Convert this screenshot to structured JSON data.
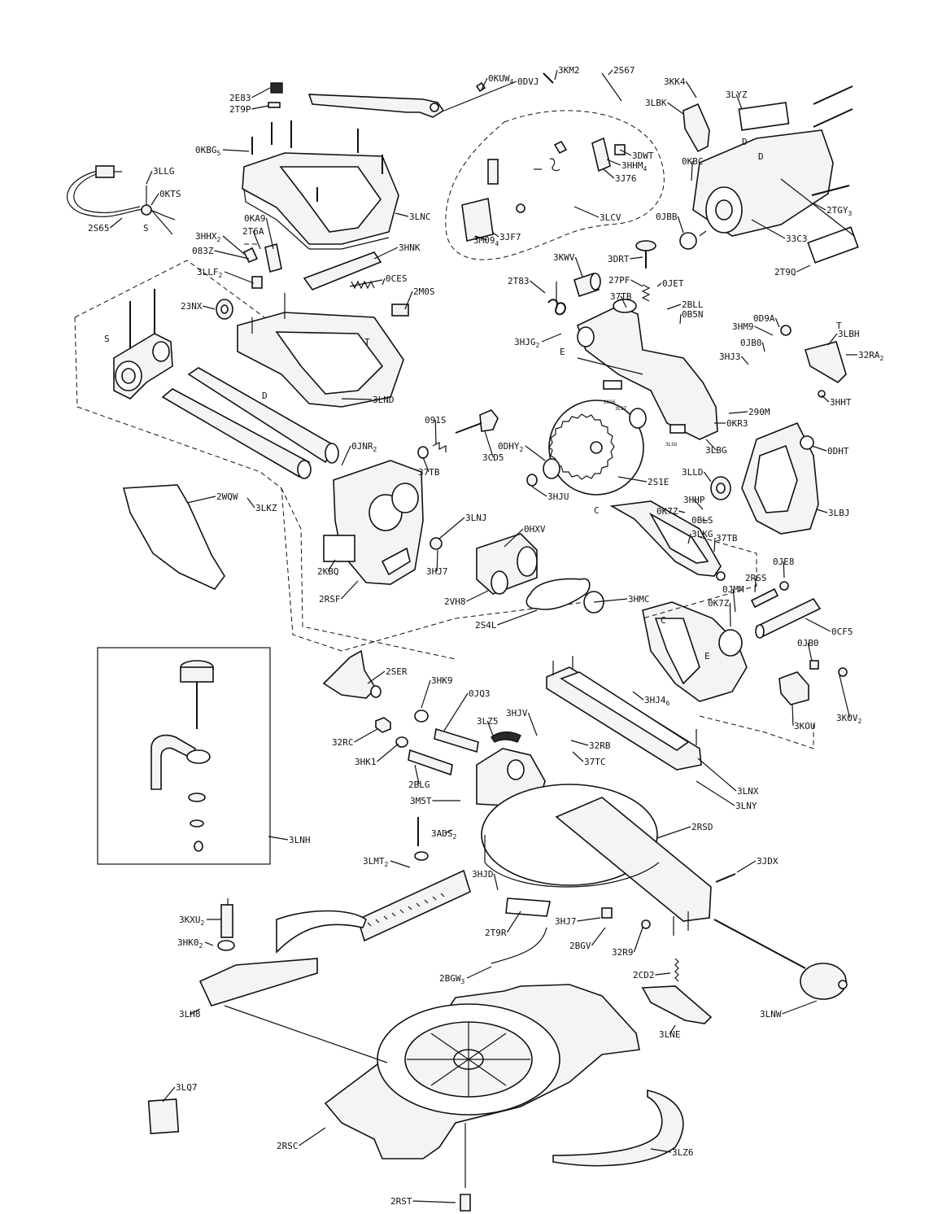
{
  "parts": [
    {
      "code": "0DVJ"
    },
    {
      "code": "2E83"
    },
    {
      "code": "2T9P"
    },
    {
      "code": "0KBG",
      "sub": "5"
    },
    {
      "code": "3LLG"
    },
    {
      "code": "0KTS"
    },
    {
      "code": "2S65"
    },
    {
      "code": "3LNC"
    },
    {
      "code": "0KA9"
    },
    {
      "code": "3HHX",
      "sub": "2"
    },
    {
      "code": "2T6A"
    },
    {
      "code": "083Z"
    },
    {
      "code": "3LLF",
      "sub": "2"
    },
    {
      "code": "3HNK"
    },
    {
      "code": "0CES"
    },
    {
      "code": "23NX"
    },
    {
      "code": "2M0S"
    },
    {
      "code": "3LND"
    },
    {
      "code": "0KUW",
      "sub": "4"
    },
    {
      "code": "3KM2"
    },
    {
      "code": "2S67"
    },
    {
      "code": "3DWT"
    },
    {
      "code": "3HHM",
      "sub": "4"
    },
    {
      "code": "3J76"
    },
    {
      "code": "3M09",
      "sub": "4"
    },
    {
      "code": "3JF7"
    },
    {
      "code": "3LCV"
    },
    {
      "code": "3KK4"
    },
    {
      "code": "3LBK"
    },
    {
      "code": "3LYZ"
    },
    {
      "code": "0KBC"
    },
    {
      "code": "0JBB"
    },
    {
      "code": "33C3"
    },
    {
      "code": "2TGY",
      "sub": "3"
    },
    {
      "code": "2T9Q"
    },
    {
      "code": "3KWV"
    },
    {
      "code": "3DRT"
    },
    {
      "code": "2T83"
    },
    {
      "code": "27PF"
    },
    {
      "code": "0JET"
    },
    {
      "code": "37TB"
    },
    {
      "code": "2BLL"
    },
    {
      "code": "0B5N"
    },
    {
      "code": "3HJG",
      "sub": "2"
    },
    {
      "code": "0D9A"
    },
    {
      "code": "3HM9"
    },
    {
      "code": "3LBH"
    },
    {
      "code": "0JB0"
    },
    {
      "code": "32RA",
      "sub": "2"
    },
    {
      "code": "3HJ3"
    },
    {
      "code": "3HHT"
    },
    {
      "code": "290M"
    },
    {
      "code": "0KR3"
    },
    {
      "code": "3LBG"
    },
    {
      "code": "0DHT"
    },
    {
      "code": "091S"
    },
    {
      "code": "3CD5"
    },
    {
      "code": "0JNR",
      "sub": "2"
    },
    {
      "code": "37TB"
    },
    {
      "code": "0DHY",
      "sub": "2"
    },
    {
      "code": "2S1E"
    },
    {
      "code": "3HJU"
    },
    {
      "code": "3LLD"
    },
    {
      "code": "3HHP"
    },
    {
      "code": "0K7Z"
    },
    {
      "code": "0BLS"
    },
    {
      "code": "3LBJ"
    },
    {
      "code": "2WQW"
    },
    {
      "code": "3LKZ"
    },
    {
      "code": "3LNJ"
    },
    {
      "code": "0HXV"
    },
    {
      "code": "3LKG"
    },
    {
      "code": "37TB"
    },
    {
      "code": "2KBQ"
    },
    {
      "code": "3HJ7"
    },
    {
      "code": "2RSF"
    },
    {
      "code": "2VH8"
    },
    {
      "code": "3HMC"
    },
    {
      "code": "2S4L"
    },
    {
      "code": "0JE8"
    },
    {
      "code": "2RSS"
    },
    {
      "code": "0JMM"
    },
    {
      "code": "0K7Z"
    },
    {
      "code": "0CF5"
    },
    {
      "code": "2SER"
    },
    {
      "code": "3HK9"
    },
    {
      "code": "0JQ3"
    },
    {
      "code": "0JB0"
    },
    {
      "code": "3HJ4",
      "sub": "6"
    },
    {
      "code": "3KOV",
      "sub": "2"
    },
    {
      "code": "3KOU"
    },
    {
      "code": "32RC"
    },
    {
      "code": "3LZ5"
    },
    {
      "code": "3HJV"
    },
    {
      "code": "32RB"
    },
    {
      "code": "3HK1"
    },
    {
      "code": "37TC"
    },
    {
      "code": "2BLG"
    },
    {
      "code": "3LNX"
    },
    {
      "code": "3M5T"
    },
    {
      "code": "3LNY"
    },
    {
      "code": "3ADS",
      "sub": "2"
    },
    {
      "code": "2RSD"
    },
    {
      "code": "3LNH"
    },
    {
      "code": "3LMT",
      "sub": "2"
    },
    {
      "code": "3HJD"
    },
    {
      "code": "3JDX"
    },
    {
      "code": "3KXU",
      "sub": "2"
    },
    {
      "code": "2T9R"
    },
    {
      "code": "3HJ7"
    },
    {
      "code": "3HK0",
      "sub": "2"
    },
    {
      "code": "2BGV"
    },
    {
      "code": "32R9"
    },
    {
      "code": "2BGW",
      "sub": "3"
    },
    {
      "code": "2CD2"
    },
    {
      "code": "3LH8"
    },
    {
      "code": "3LNE"
    },
    {
      "code": "3LNW"
    },
    {
      "code": "3LQ7"
    },
    {
      "code": "2RSC"
    },
    {
      "code": "3LZ6"
    },
    {
      "code": "2RST"
    }
  ],
  "refs": [
    "D",
    "D",
    "S",
    "S",
    "D",
    "E",
    "C",
    "C",
    "E",
    "T",
    "T"
  ],
  "tiny_labels": [
    "2KG6",
    "3LBT",
    "3LSU"
  ]
}
